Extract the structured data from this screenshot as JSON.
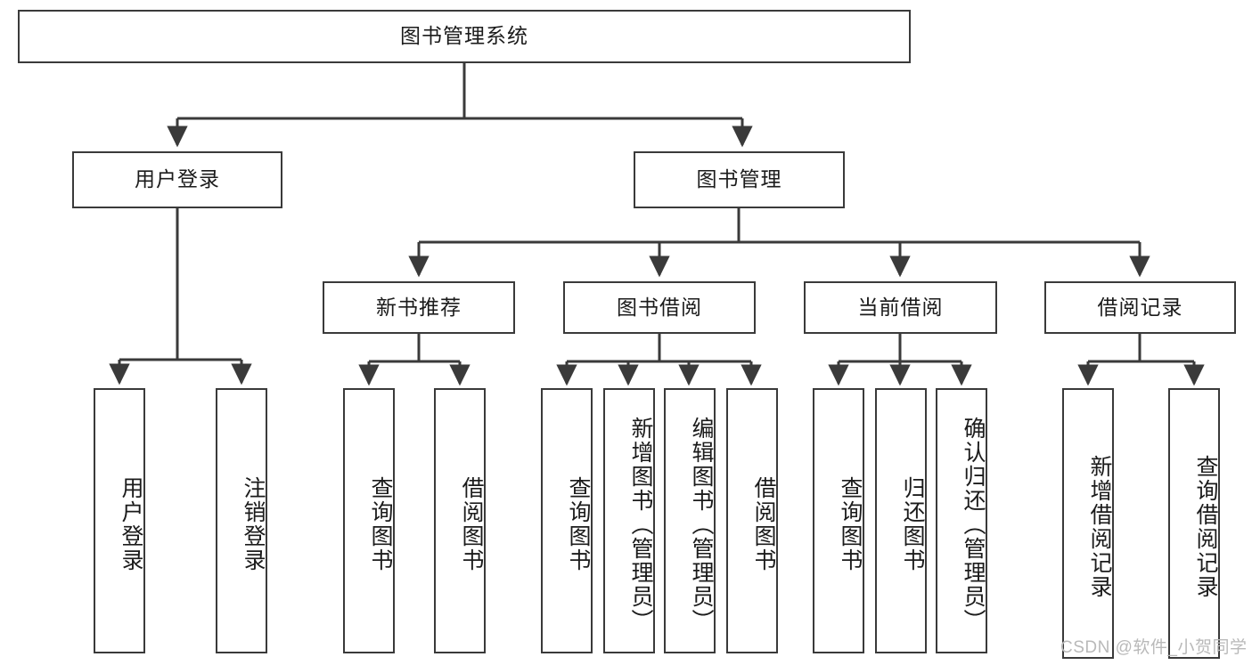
{
  "diagram": {
    "title_node": {
      "label": "图书管理系统"
    },
    "level2": [
      {
        "id": "user-login",
        "label": "用户登录"
      },
      {
        "id": "book-management",
        "label": "图书管理"
      }
    ],
    "level3": [
      {
        "id": "new-book-recommend",
        "label": "新书推荐"
      },
      {
        "id": "book-borrow",
        "label": "图书借阅"
      },
      {
        "id": "current-borrow",
        "label": "当前借阅"
      },
      {
        "id": "borrow-record",
        "label": "借阅记录"
      }
    ],
    "leaves": [
      {
        "id": "leaf-user-login",
        "label": "用户登录",
        "parent": "user-login"
      },
      {
        "id": "leaf-logout-login",
        "label": "注销登录",
        "parent": "user-login"
      },
      {
        "id": "leaf-query-book-1",
        "label": "查询图书",
        "parent": "new-book-recommend"
      },
      {
        "id": "leaf-borrow-book-1",
        "label": "借阅图书",
        "parent": "new-book-recommend"
      },
      {
        "id": "leaf-query-book-2",
        "label": "查询图书",
        "parent": "book-borrow"
      },
      {
        "id": "leaf-add-book",
        "label": "新增图书（管理员）",
        "parent": "book-borrow"
      },
      {
        "id": "leaf-edit-book",
        "label": "编辑图书（管理员）",
        "parent": "book-borrow"
      },
      {
        "id": "leaf-borrow-book-2",
        "label": "借阅图书",
        "parent": "book-borrow"
      },
      {
        "id": "leaf-query-book-3",
        "label": "查询图书",
        "parent": "current-borrow"
      },
      {
        "id": "leaf-return-book",
        "label": "归还图书",
        "parent": "current-borrow"
      },
      {
        "id": "leaf-confirm-return",
        "label": "确认归还（管理员）",
        "parent": "current-borrow"
      },
      {
        "id": "leaf-add-record",
        "label": "新增借阅记录",
        "parent": "borrow-record"
      },
      {
        "id": "leaf-query-record",
        "label": "查询借阅记录",
        "parent": "borrow-record"
      }
    ],
    "watermark": "CSDN @软件_小贺同学",
    "colors": {
      "stroke": "#3a3a3a",
      "background": "#ffffff",
      "text": "#1b1b1b",
      "watermark": "#b9b9b9"
    }
  }
}
